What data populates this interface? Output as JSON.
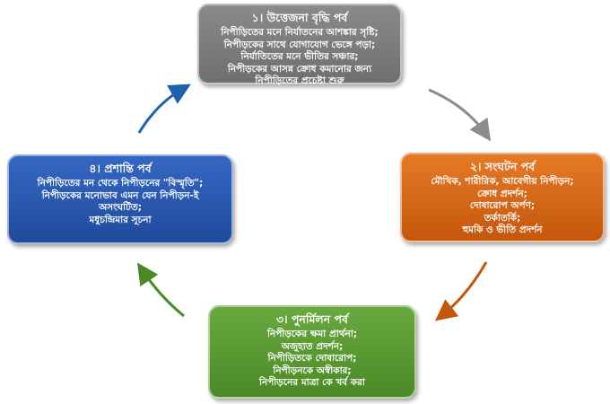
{
  "phases": [
    {
      "id": "top",
      "title": "১। উত্তেজনা বৃদ্ধি পর্ব",
      "lines": [
        "নিপীড়িতের মনে নির্যাতনের আশঙ্কার সৃষ্টি;",
        "নিপীড়কের সাথে যোগাযোগ ভেঙ্গে পড়া;",
        "নির্যাতিতের মনে ভীতির সঞ্চার;",
        "নিপীড়কের আসন্ন ক্রোধ কমানোর জন্য",
        "নিপীড়িতের প্রচেষ্টা শুরু"
      ],
      "color": "#7a7a7a"
    },
    {
      "id": "right",
      "title": "২। সংঘটন পর্ব",
      "lines": [
        "মৌখিক, শারীরিক, আবেগীয় নিপীড়ন;",
        "ক্রোধ প্রদর্শন;",
        "দোষারোপ অর্পণ;",
        "তর্কাতর্কি;",
        "হুমকি ও ভীতি প্রদর্শন"
      ],
      "color": "#d8671a"
    },
    {
      "id": "bottom",
      "title": "৩। পুনর্মিলন পর্ব",
      "lines": [
        "নিপীড়কের ক্ষমা প্রার্থনা;",
        "অজুহাত প্রদর্শন;",
        "নিপীড়িতকে দোষারোপ;",
        "নিপীড়নকে অস্বীকার;",
        "নিপীড়নের মাত্রা কে খর্ব করা"
      ],
      "color": "#5a9a32"
    },
    {
      "id": "left",
      "title": "৪। প্রশান্তি পর্ব",
      "lines": [
        "নিপীড়িতের মন থেকে নিপীড়নের \"বিস্মৃতি\";",
        "নিপীড়কের মনোভাব এমন যেন নিপীড়ন-ই",
        "অসংঘটিত;",
        "মধুচন্দ্রিমার সূচনা"
      ],
      "color": "#2a58ae"
    }
  ],
  "arrow_colors": {
    "top_to_right": "#8c8c8c",
    "right_to_bottom": "#c4570c",
    "bottom_to_left": "#4a8a25",
    "left_to_top": "#1f5fb0"
  }
}
